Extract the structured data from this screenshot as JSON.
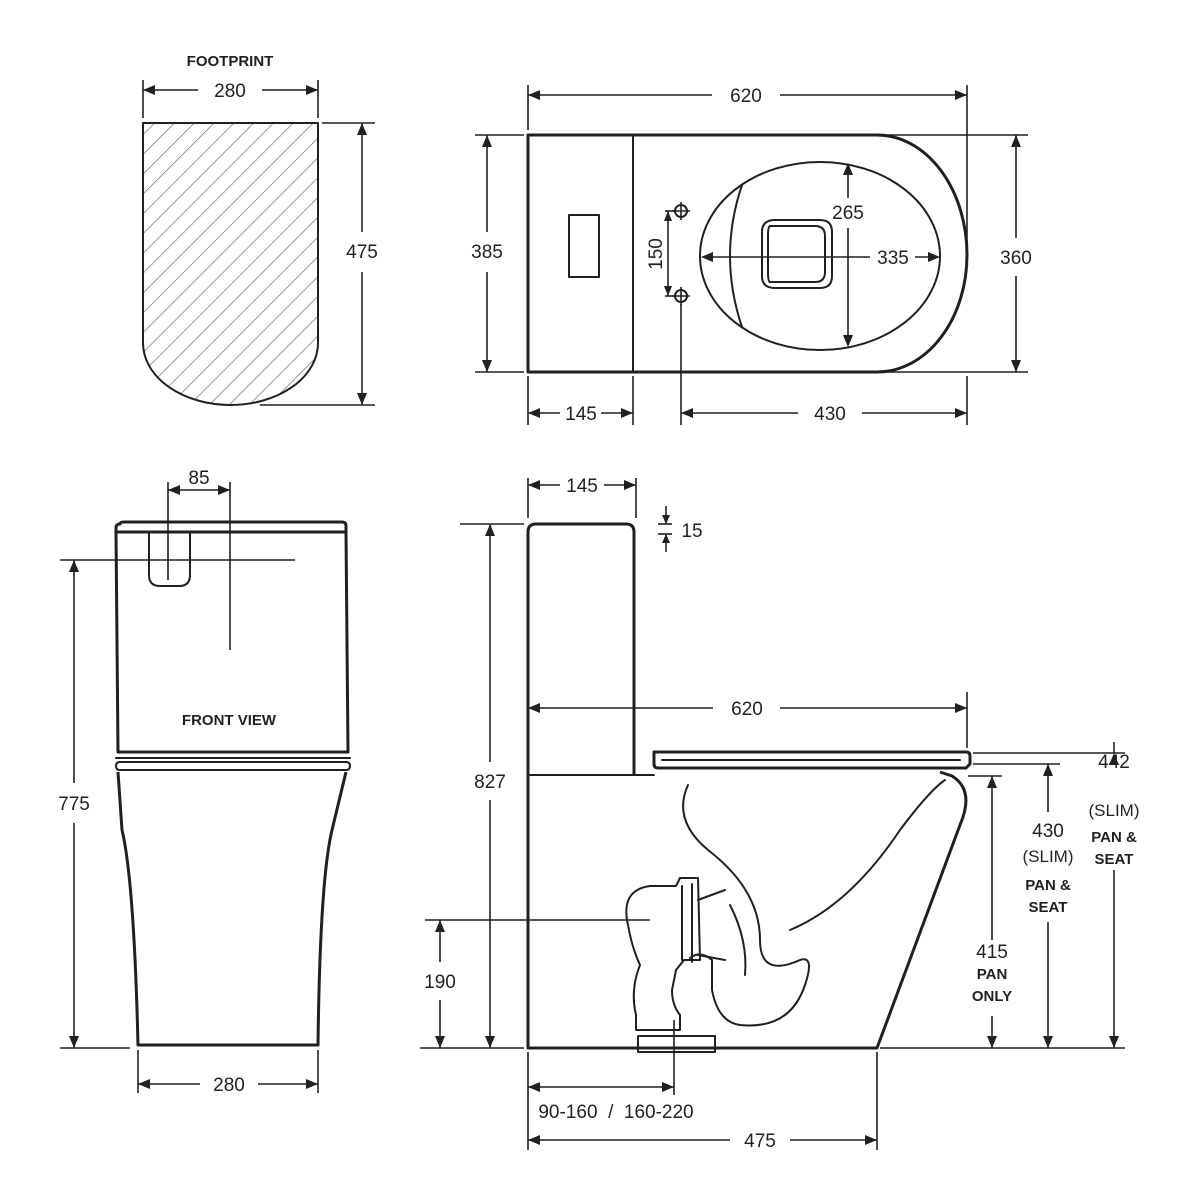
{
  "labels": {
    "footprint": "FOOTPRINT",
    "front_view": "FRONT VIEW",
    "slim": "(SLIM)",
    "pan_and": "PAN &",
    "seat": "SEAT",
    "pan": "PAN",
    "only": "ONLY"
  },
  "dimensions": {
    "footprint_width": "280",
    "footprint_depth": "475",
    "plan_length": "620",
    "plan_depth_tank": "385",
    "plan_depth_pan": "360",
    "fixing_spacing": "150",
    "bowl_length": "335",
    "bowl_width": "265",
    "tank_depth": "145",
    "fixing_to_front": "430",
    "button_width": "85",
    "front_height": "775",
    "front_width": "280",
    "side_tank_depth": "145",
    "lid_thickness": "15",
    "side_length": "620",
    "total_height": "827",
    "outlet_height": "190",
    "seat_height_slim_a": "442",
    "seat_height_slim_b": "430",
    "pan_height": "415",
    "setout": "90-160  /  160-220",
    "base_depth": "475"
  }
}
